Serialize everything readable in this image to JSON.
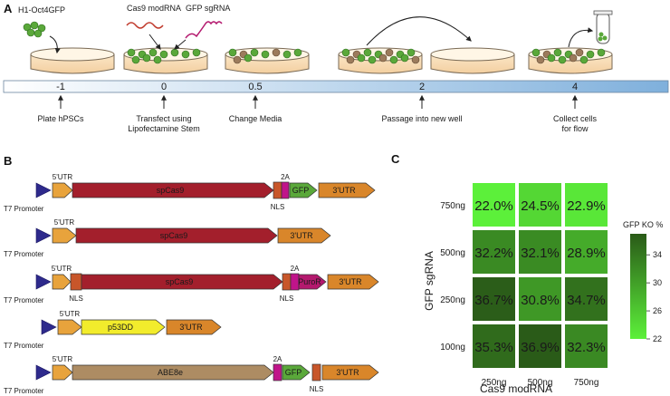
{
  "panel_a": {
    "label": "A",
    "cell_line_label": "H1-Oct4GFP",
    "cas9_label": "Cas9 modRNA",
    "sgrna_label": "GFP sgRNA",
    "timeline": [
      {
        "tick": "-1",
        "event": "Plate hPSCs",
        "event2": ""
      },
      {
        "tick": "0",
        "event": "Transfect using",
        "event2": "Lipofectamine Stem"
      },
      {
        "tick": "0.5",
        "event": "Change Media",
        "event2": ""
      },
      {
        "tick": "2",
        "event": "Passage into new well",
        "event2": ""
      },
      {
        "tick": "4",
        "event": "Collect cells",
        "event2": "for flow"
      }
    ]
  },
  "panel_b": {
    "label": "B",
    "promoter_label": "T7 Promoter",
    "utr5_label": "5'UTR",
    "nls_label": "NLS",
    "twoa_label": "2A",
    "constructs": [
      {
        "main": "spCas9",
        "parts": [
          "NLS",
          "2A",
          "GFP",
          "3'UTR"
        ]
      },
      {
        "main": "spCas9",
        "parts": [
          "3'UTR"
        ]
      },
      {
        "main": "spCas9",
        "parts": [
          "NLS",
          "NLS",
          "2A",
          "PuroR",
          "3'UTR"
        ]
      },
      {
        "main": "p53DD",
        "parts": [
          "3'UTR"
        ]
      },
      {
        "main": "ABE8e",
        "parts": [
          "2A",
          "GFP",
          "NLS",
          "3'UTR"
        ]
      }
    ],
    "colors": {
      "promoter": "#2e2a8c",
      "utr5": "#e8a33c",
      "spcas9": "#a31f2c",
      "nls": "#c8562a",
      "twoa": "#c0148a",
      "gfp": "#5aa83a",
      "utr3": "#d9862a",
      "puror": "#b4196e",
      "p53dd": "#f2ec2c",
      "abe8e": "#ad8c63"
    }
  },
  "panel_c": {
    "label": "C",
    "ylabel": "GFP sgRNA",
    "xlabel": "Cas9 modRNA",
    "row_labels": [
      "750ng",
      "500ng",
      "250ng",
      "100ng"
    ],
    "col_labels": [
      "250ng",
      "500ng",
      "750ng"
    ],
    "colorbar_title": "GFP KO %",
    "colorbar_ticks": [
      "34",
      "30",
      "26",
      "22"
    ],
    "color_low": "#5cf03a",
    "color_high": "#2a5a18"
  },
  "chart_data": {
    "type": "heatmap",
    "title": "",
    "xlabel": "Cas9 modRNA",
    "ylabel": "GFP sgRNA",
    "x": [
      "250ng",
      "500ng",
      "750ng"
    ],
    "y": [
      "750ng",
      "500ng",
      "250ng",
      "100ng"
    ],
    "values": [
      [
        22.0,
        24.5,
        22.9
      ],
      [
        32.2,
        32.1,
        28.9
      ],
      [
        36.7,
        30.8,
        34.7
      ],
      [
        35.3,
        36.9,
        32.3
      ]
    ],
    "value_labels": [
      [
        "22.0%",
        "24.5%",
        "22.9%"
      ],
      [
        "32.2%",
        "32.1%",
        "28.9%"
      ],
      [
        "36.7%",
        "30.8%",
        "34.7%"
      ],
      [
        "35.3%",
        "36.9%",
        "32.3%"
      ]
    ],
    "colorbar_range": [
      22,
      37
    ],
    "colorbar_ticks": [
      22,
      26,
      30,
      34
    ]
  }
}
